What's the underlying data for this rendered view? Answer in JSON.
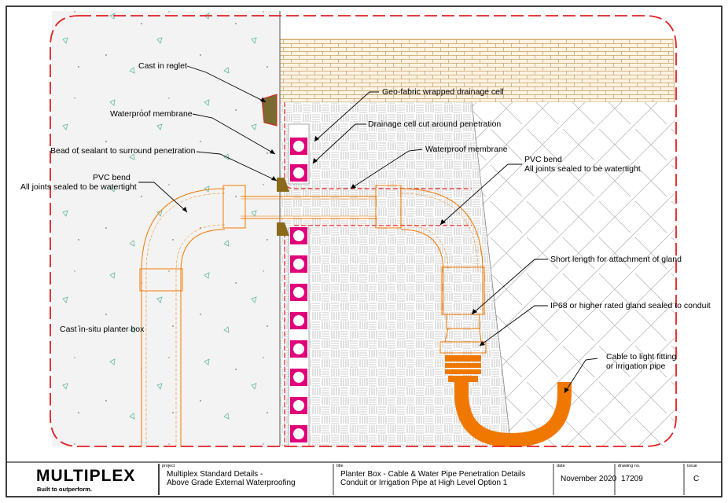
{
  "callouts": {
    "cast_in_reglet": "Cast in reglet",
    "geo_fabric": "Geo-fabric wrapped drainage cell",
    "waterproof_membrane_left": "Waterproof membrane",
    "drainage_cell_cut": "Drainage cell cut around penetration",
    "bead_of_sealant": "Bead of sealant to surround penetration",
    "waterproof_membrane_right": "Waterproof membrane",
    "pvc_bend_left": "PVC bend",
    "pvc_bend_left_note": "All joints sealed to be watertight",
    "pvc_bend_right": "PVC bend",
    "pvc_bend_right_note": "All joints sealed to be watertight",
    "short_length": "Short length for attachment of gland",
    "ip68_gland": "IP68 or higher rated gland sealed to conduit",
    "cable_light": "Cable to light fitting",
    "cable_irrigation": "or irrigation pipe",
    "cast_in_situ": "Cast in-situ planter box"
  },
  "title_block": {
    "logo": "MULTIPLEX",
    "tagline": "Built to outperform.",
    "project_label": "project",
    "project_line1": "Multiplex Standard Details -",
    "project_line2": "Above Grade External Waterproofing",
    "title_label": "title",
    "title_line1": "Planter Box - Cable & Water Pipe Penetration Details",
    "title_line2": "Conduit or Irrigation Pipe at High Level Option 1",
    "date_label": "date",
    "date": "November 2020",
    "drawing_label": "drawing no.",
    "drawing_no": "17209",
    "issue_label": "issue",
    "issue": "C"
  },
  "colors": {
    "border_red": "#e02020",
    "pipe_orange": "#f07800",
    "paving": "#c8a060",
    "drain_cell": "#e0007a",
    "membrane": "#e02020",
    "sealant": "#8a6a1a"
  }
}
